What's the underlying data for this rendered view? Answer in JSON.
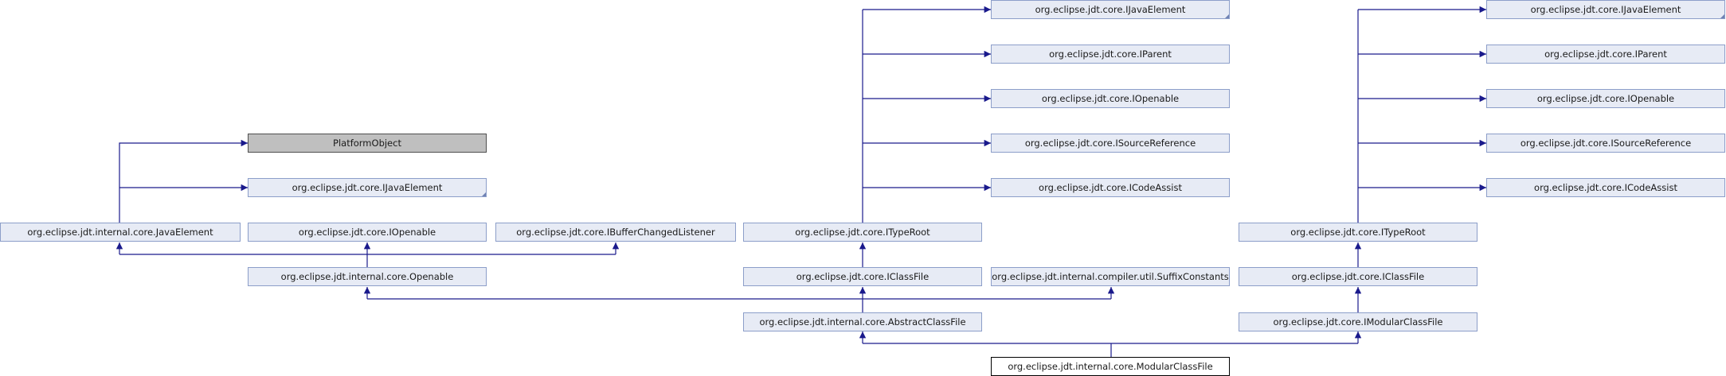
{
  "nodes": {
    "platform_object": "PlatformObject",
    "ijava_element_left": "org.eclipse.jdt.core.IJavaElement",
    "java_element": "org.eclipse.jdt.internal.core.JavaElement",
    "iopenable_left": "org.eclipse.jdt.core.IOpenable",
    "ibuffer_changed_listener": "org.eclipse.jdt.core.IBufferChangedListener",
    "openable": "org.eclipse.jdt.internal.core.Openable",
    "ijava_element_mid": "org.eclipse.jdt.core.IJavaElement",
    "iparent_mid": "org.eclipse.jdt.core.IParent",
    "iopenable_mid": "org.eclipse.jdt.core.IOpenable",
    "isource_reference_mid": "org.eclipse.jdt.core.ISourceReference",
    "icode_assist_mid": "org.eclipse.jdt.core.ICodeAssist",
    "itype_root_mid": "org.eclipse.jdt.core.ITypeRoot",
    "iclass_file_mid": "org.eclipse.jdt.core.IClassFile",
    "suffix_constants": "org.eclipse.jdt.internal.compiler.util.SuffixConstants",
    "abstract_class_file": "org.eclipse.jdt.internal.core.AbstractClassFile",
    "modular_class_file": "org.eclipse.jdt.internal.core.ModularClassFile",
    "ijava_element_right": "org.eclipse.jdt.core.IJavaElement",
    "iparent_right": "org.eclipse.jdt.core.IParent",
    "iopenable_right": "org.eclipse.jdt.core.IOpenable",
    "isource_reference_right": "org.eclipse.jdt.core.ISourceReference",
    "icode_assist_right": "org.eclipse.jdt.core.ICodeAssist",
    "itype_root_right": "org.eclipse.jdt.core.ITypeRoot",
    "iclass_file_right": "org.eclipse.jdt.core.IClassFile",
    "imodular_class_file": "org.eclipse.jdt.core.IModularClassFile"
  },
  "colors": {
    "node_fill": "#e7ebf5",
    "node_border": "#8c9ec9",
    "gray_fill": "#bfbfbf",
    "focus_border": "#000000",
    "edge": "#1a1a8c"
  }
}
